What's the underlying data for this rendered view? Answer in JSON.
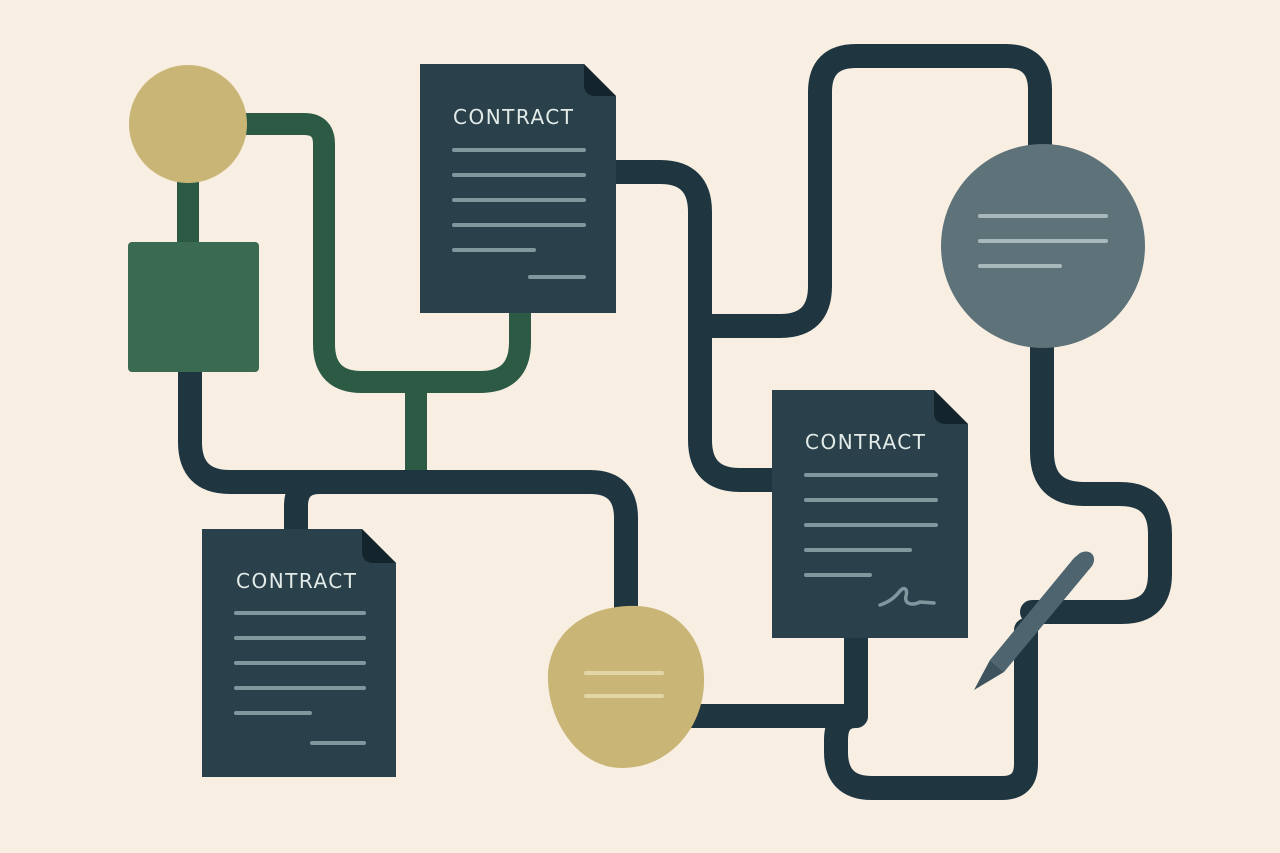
{
  "colors": {
    "background": "#f8efe2",
    "path_dark": "#1f3641",
    "path_green": "#2c5a45",
    "document": "#2a414c",
    "document_fold": "#14242c",
    "document_lines": "#7f979d",
    "gold": "#c9b677",
    "green_block": "#3a6a51",
    "slate_circle": "#5e7279",
    "pen": "#4e6570"
  },
  "documents": [
    {
      "id": "doc-top",
      "title": "CONTRACT",
      "signed": false
    },
    {
      "id": "doc-right",
      "title": "CONTRACT",
      "signed": true
    },
    {
      "id": "doc-bottom-left",
      "title": "CONTRACT",
      "signed": false
    }
  ],
  "icons": [
    "signature-icon",
    "pen-icon"
  ]
}
